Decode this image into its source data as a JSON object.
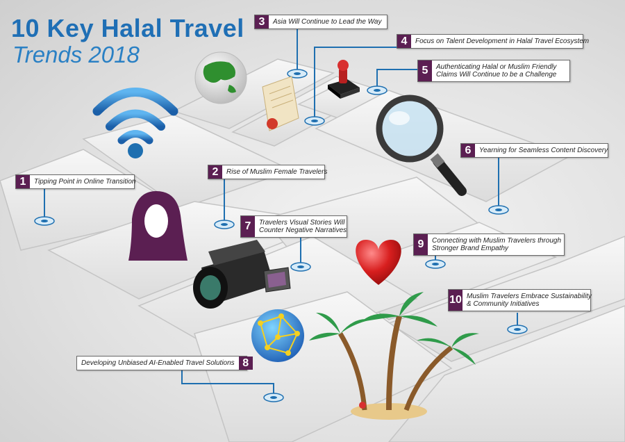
{
  "title": {
    "line1": "10 Key Halal Travel",
    "line2": "Trends 2018"
  },
  "colors": {
    "brand_blue": "#1f6fb5",
    "badge_purple": "#5b1f52",
    "leader_blue": "#1e6fb0"
  },
  "trends": [
    {
      "num": "1",
      "text": "Tipping Point in Online Transition"
    },
    {
      "num": "2",
      "text": "Rise of Muslim Female Travelers"
    },
    {
      "num": "3",
      "text": "Asia Will Continue to Lead the Way"
    },
    {
      "num": "4",
      "text": "Focus on Talent Development in Halal Travel Ecosystem"
    },
    {
      "num": "5",
      "text": "Authenticating Halal or Muslim Friendly\nClaims Will Continue to be a Challenge"
    },
    {
      "num": "6",
      "text": "Yearning for Seamless Content Discovery"
    },
    {
      "num": "7",
      "text": "Travelers Visual Stories Will\nCounter Negative Narratives"
    },
    {
      "num": "8",
      "text": "Developing Unbiased AI-Enabled Travel Solutions"
    },
    {
      "num": "9",
      "text": "Connecting with Muslim Travelers through\nStronger Brand Empathy"
    },
    {
      "num": "10",
      "text": "Muslim Travelers Embrace Sustainability\n& Community Initiatives"
    }
  ],
  "icons": [
    "wifi-icon",
    "globe-icon",
    "certificate-icon",
    "stamp-icon",
    "magnifier-icon",
    "hijab-icon",
    "camcorder-icon",
    "heart-icon",
    "network-globe-icon",
    "palm-island-icon"
  ]
}
